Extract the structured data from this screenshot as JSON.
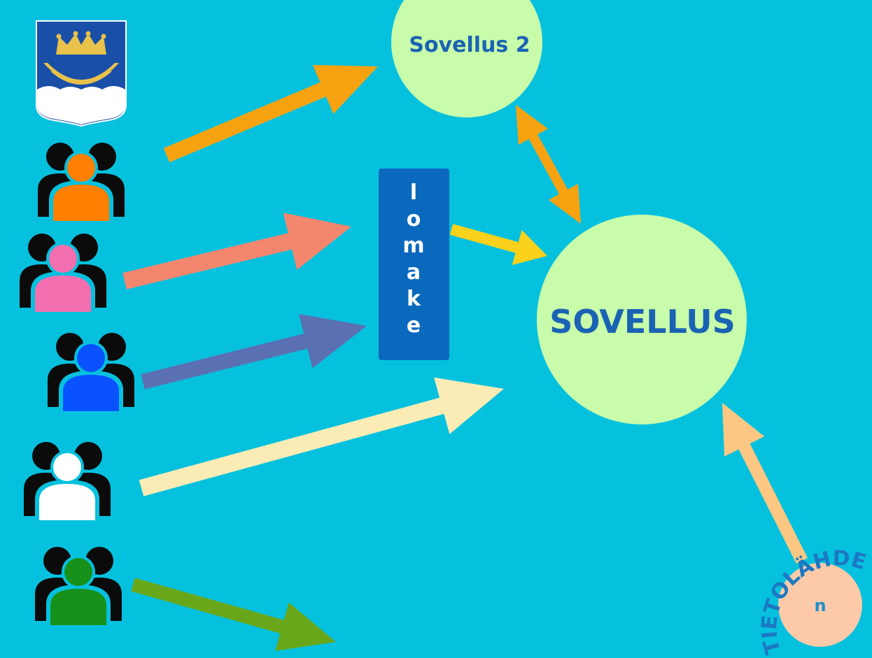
{
  "colors": {
    "background": "#06c1de",
    "circle": "#c8fbaa",
    "circle_text": "#1a63b4",
    "lomake_box": "#0b69bd",
    "lomake_text": "#ffffff",
    "source_circle": "#fccaa8",
    "source_circle_text": "#1e8fcf",
    "source_arc_text": "#1d78c4"
  },
  "logo": {
    "name": "helsinki-coat-of-arms",
    "shield_color": "#1a4fa8",
    "crown_color": "#e8c24a",
    "boat_color": "#e8c24a",
    "waves_color": "#ffffff"
  },
  "nodes": {
    "app_main": {
      "label": "SOVELLUS"
    },
    "app_2": {
      "label": "Sovellus 2"
    },
    "form": {
      "label": "lomake"
    },
    "source": {
      "label": "n",
      "arc_label": "TIETOLÄHDE"
    }
  },
  "user_groups": [
    {
      "name": "user-group-orange",
      "color": "#ff7f00"
    },
    {
      "name": "user-group-pink",
      "color": "#f36fb0"
    },
    {
      "name": "user-group-blue",
      "color": "#0a52ff"
    },
    {
      "name": "user-group-white",
      "color": "#ffffff"
    },
    {
      "name": "user-group-green",
      "color": "#17911a"
    }
  ],
  "arrows": [
    {
      "name": "arrow-orange-group-to-sovellus-2",
      "color": "#f7a311"
    },
    {
      "name": "arrow-pink-group-to-lomake",
      "color": "#f5866e"
    },
    {
      "name": "arrow-blue-group-to-lomake",
      "color": "#5a70b2"
    },
    {
      "name": "arrow-white-group-to-sovellus",
      "color": "#fbecb5"
    },
    {
      "name": "arrow-green-group-outgoing",
      "color": "#69a71a"
    },
    {
      "name": "arrow-lomake-to-sovellus",
      "color": "#fad11b"
    },
    {
      "name": "arrow-sovellus-2-to-sovellus",
      "color": "#f7a311"
    },
    {
      "name": "arrow-tietolahde-to-sovellus",
      "color": "#fbc783"
    }
  ]
}
